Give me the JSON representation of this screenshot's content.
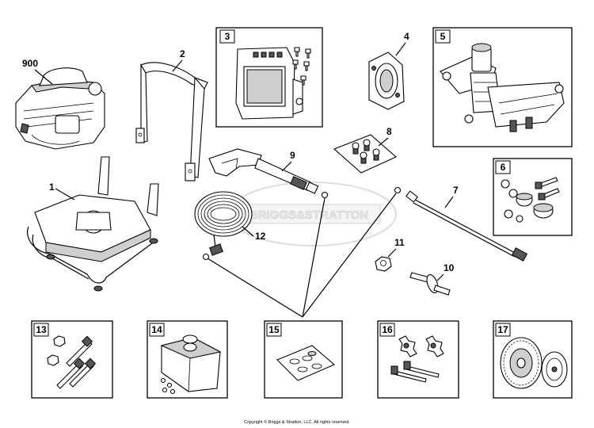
{
  "diagram": {
    "copyright": "Copyright © Briggs & Stratton, LLC. All rights reserved.",
    "watermark": "BRIGGS&STRATTON",
    "callouts": {
      "c900": "900",
      "c1": "1",
      "c2": "2",
      "c4": "4",
      "c7": "7",
      "c8": "8",
      "c9": "9",
      "c10": "10",
      "c11": "11",
      "c12": "12"
    },
    "boxes": {
      "b3": "3",
      "b5": "5",
      "b6": "6",
      "b13": "13",
      "b14": "14",
      "b15": "15",
      "b16": "16",
      "b17": "17"
    }
  }
}
